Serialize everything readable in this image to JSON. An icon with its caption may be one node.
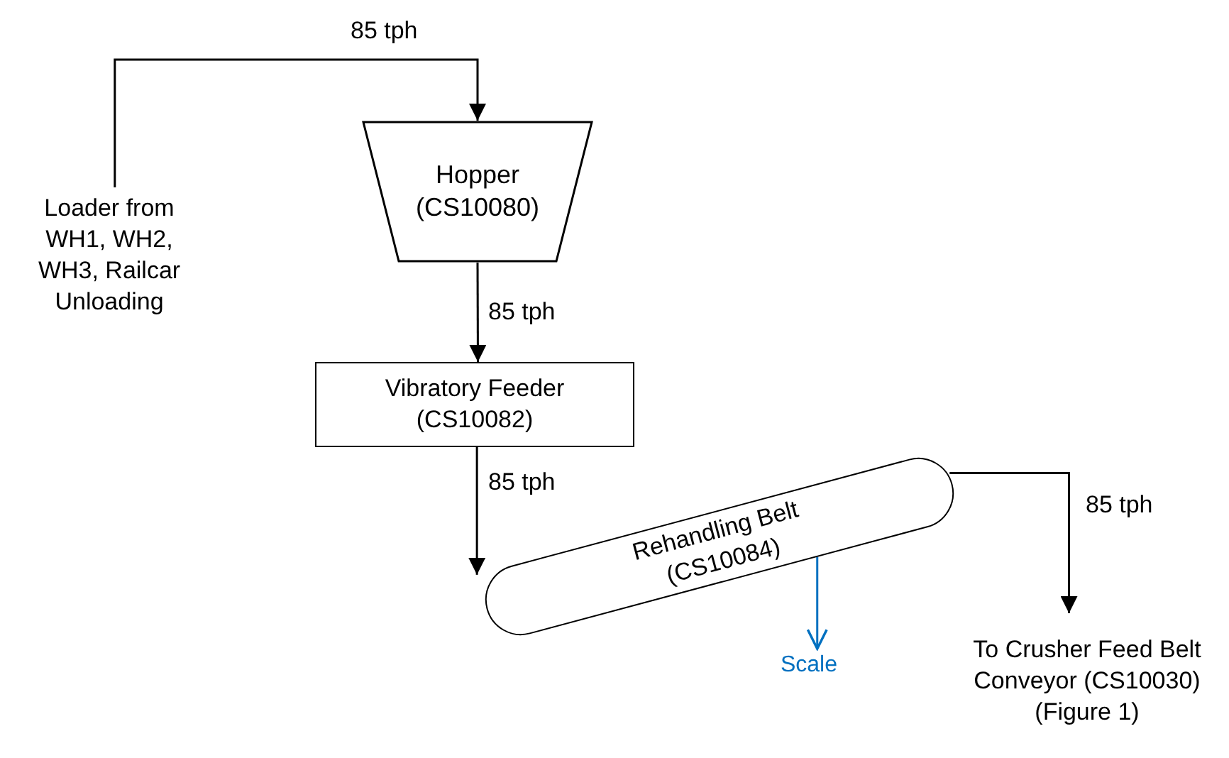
{
  "diagram": {
    "nodes": [
      {
        "text": [
          "Loader from WH1, WH2, WH3, Railcar Unloading"
        ]
      },
      {
        "text": [
          "Hopper (CS10080)"
        ]
      },
      {
        "text": [
          "Vibratory Feeder (CS10082)"
        ]
      },
      {
        "text": [
          "Rehandling Belt (CS10084)"
        ]
      },
      {
        "text": [
          "Scale"
        ]
      },
      {
        "text": [
          "To Crusher Feed Belt Conveyor (CS10030) (Figure 1)"
        ]
      }
    ],
    "edges": [
      {
        "from": 0,
        "to": 1,
        "arrow": "to",
        "label": "85 tph"
      },
      {
        "from": 1,
        "to": 2,
        "arrow": "to",
        "label": "85 tph"
      },
      {
        "from": 2,
        "to": 3,
        "arrow": "to",
        "label": "85 tph"
      },
      {
        "from": 3,
        "to": 4,
        "arrow": "to",
        "color": "#0070c0"
      },
      {
        "from": 3,
        "to": 5,
        "arrow": "to",
        "label": "85 tph"
      }
    ]
  }
}
